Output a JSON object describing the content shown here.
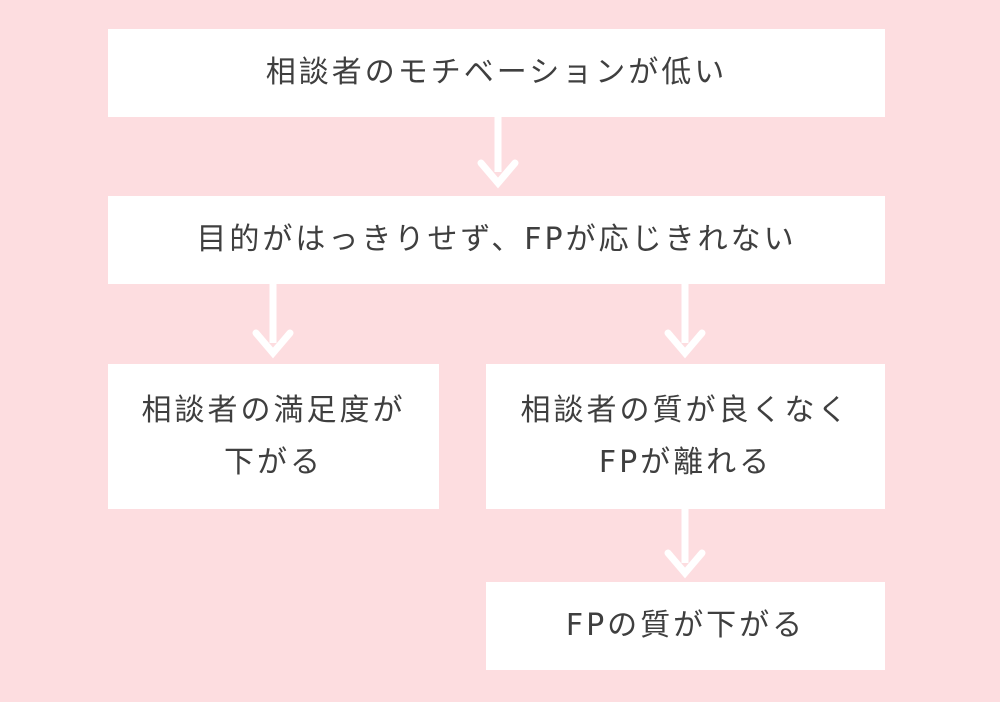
{
  "flowchart": {
    "nodes": {
      "top": "相談者のモチベーションが低い",
      "second": "目的がはっきりせず、FPが応じきれない",
      "left": "相談者の満足度が\n下がる",
      "right": "相談者の質が良くなく\nFPが離れる",
      "bottom": "FPの質が下がる"
    },
    "edges": [
      {
        "from": "top",
        "to": "second"
      },
      {
        "from": "second",
        "to": "left"
      },
      {
        "from": "second",
        "to": "right"
      },
      {
        "from": "right",
        "to": "bottom"
      }
    ]
  },
  "colors": {
    "background": "#fddde0",
    "box": "#ffffff",
    "arrow": "#ffffff",
    "text": "#3f3f3f"
  }
}
